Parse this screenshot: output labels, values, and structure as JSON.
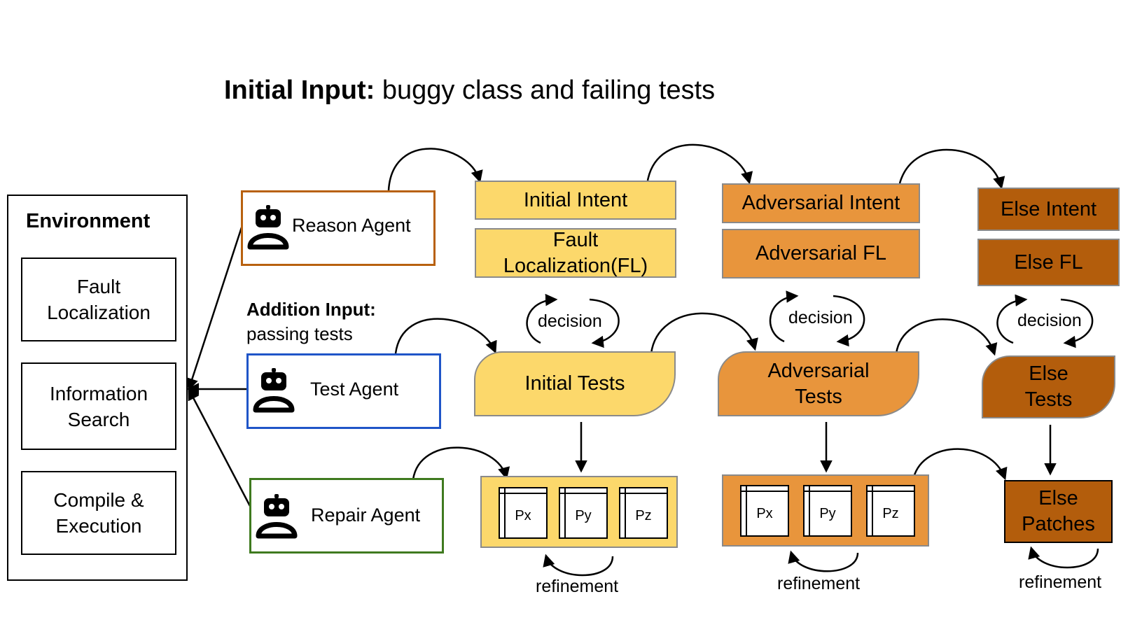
{
  "title": {
    "bold": "Initial Input:",
    "rest": " buggy class and failing tests"
  },
  "environment": {
    "title": "Environment",
    "items": [
      "Fault Localization",
      "Information Search",
      "Compile & Execution"
    ]
  },
  "addition_input": {
    "bold": "Addition Input:",
    "rest": "passing tests"
  },
  "agents": {
    "reason": "Reason Agent",
    "test": "Test Agent",
    "repair": "Repair Agent"
  },
  "columns": {
    "initial": {
      "intent": "Initial Intent",
      "fl": "Fault Localization(FL)",
      "tests": "Initial Tests"
    },
    "adversarial": {
      "intent": "Adversarial Intent",
      "fl": "Adversarial FL",
      "tests": "Adversarial Tests"
    },
    "else": {
      "intent": "Else Intent",
      "fl": "Else FL",
      "tests": "Else Tests",
      "patches": "Else Patches"
    }
  },
  "patch_labels": [
    "Px",
    "Py",
    "Pz"
  ],
  "decision_label": "decision",
  "refinement_label": "refinement",
  "colors": {
    "initial": "#fcd86b",
    "adversarial": "#e8953c",
    "else": "#b35d0c",
    "reason_border": "#b8610f",
    "test_border": "#1f55c8",
    "repair_border": "#3f7a1f"
  }
}
